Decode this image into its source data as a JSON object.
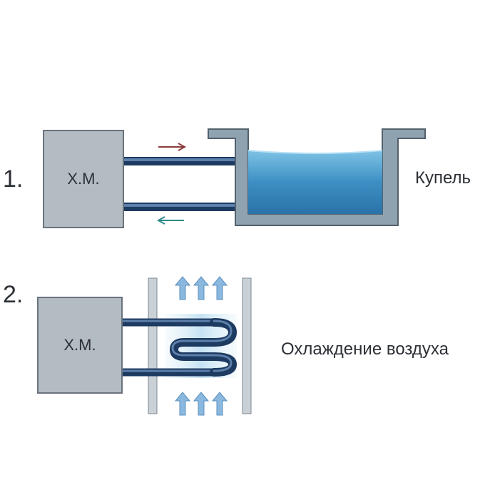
{
  "diagram": {
    "section1": {
      "number": "1.",
      "unit_label": "Х.М.",
      "target_label": "Купель"
    },
    "section2": {
      "number": "2.",
      "unit_label": "Х.М.",
      "target_label": "Охлаждение воздуха"
    },
    "colors": {
      "unit_fill": "#b3bcc3",
      "pipe": "#2b4f7e",
      "water": "#3d8fc3",
      "arrow_supply": "#8b3a3a",
      "arrow_return": "#2e8b8b",
      "air_arrow": "#8ab8de"
    }
  }
}
